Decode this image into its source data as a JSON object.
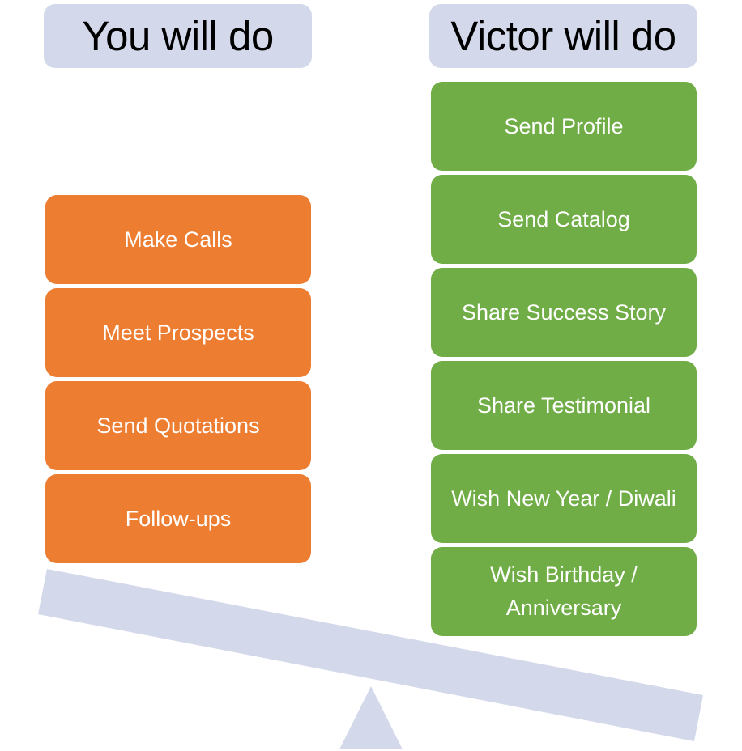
{
  "headers": {
    "left": "You will do",
    "right": "Victor will do"
  },
  "left_items": [
    "Make Calls",
    "Meet Prospects",
    "Send Quotations",
    "Follow-ups"
  ],
  "right_items": [
    "Send Profile",
    "Send Catalog",
    "Share Success Story",
    "Share Testimonial",
    "Wish New Year / Diwali",
    "Wish Birthday / Anniversary"
  ],
  "colors": {
    "header_bg": "#d3d8ea",
    "left_items": "#ed7d31",
    "right_items": "#70ad47",
    "seesaw": "#d3d8ea"
  }
}
